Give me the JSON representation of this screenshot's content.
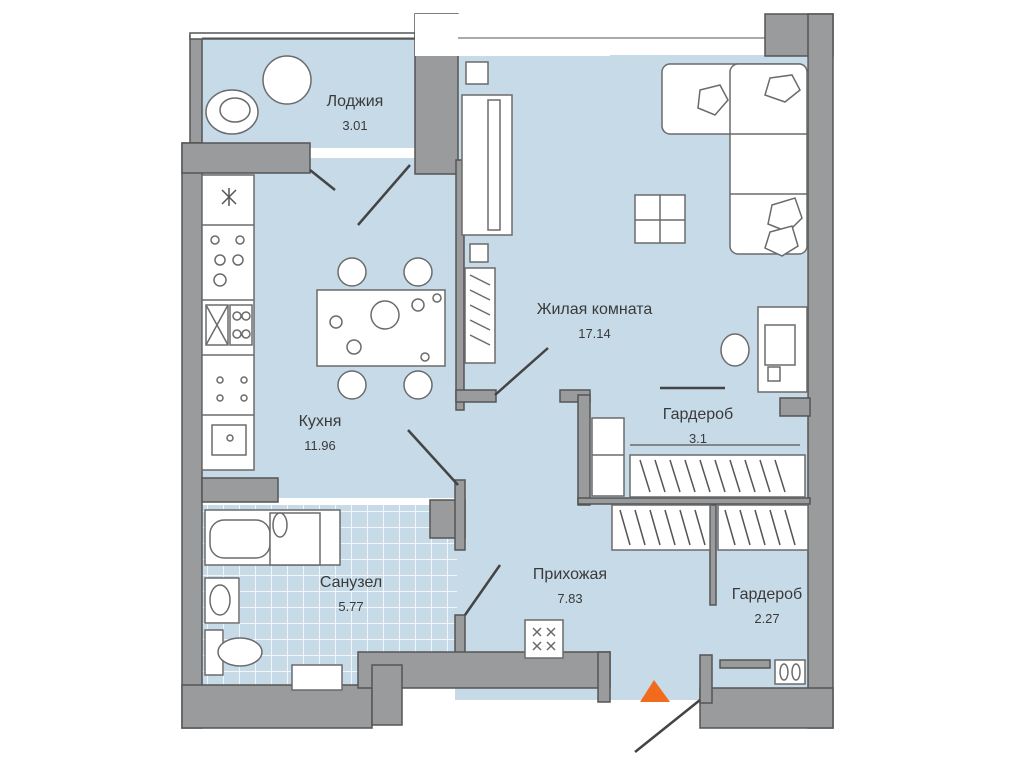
{
  "plan": {
    "colors": {
      "floor": "#c7dae8",
      "wall": "#9a9b9d",
      "wall_stroke": "#555555",
      "tile_line": "#ffffff",
      "furniture_fill": "#ffffff",
      "furniture_stroke": "#6b6b6b",
      "entrance_marker": "#f26a1b"
    },
    "rooms": [
      {
        "id": "loggia",
        "name": "Лоджия",
        "area": "3.01"
      },
      {
        "id": "kitchen",
        "name": "Кухня",
        "area": "11.96"
      },
      {
        "id": "living",
        "name": "Жилая комната",
        "area": "17.14"
      },
      {
        "id": "wardrobe1",
        "name": "Гардероб",
        "area": "3.1"
      },
      {
        "id": "bathroom",
        "name": "Санузел",
        "area": "5.77"
      },
      {
        "id": "hall",
        "name": "Прихожая",
        "area": "7.83"
      },
      {
        "id": "wardrobe2",
        "name": "Гардероб",
        "area": "2.27"
      }
    ],
    "entrance_icon": "entrance-triangle-icon"
  }
}
